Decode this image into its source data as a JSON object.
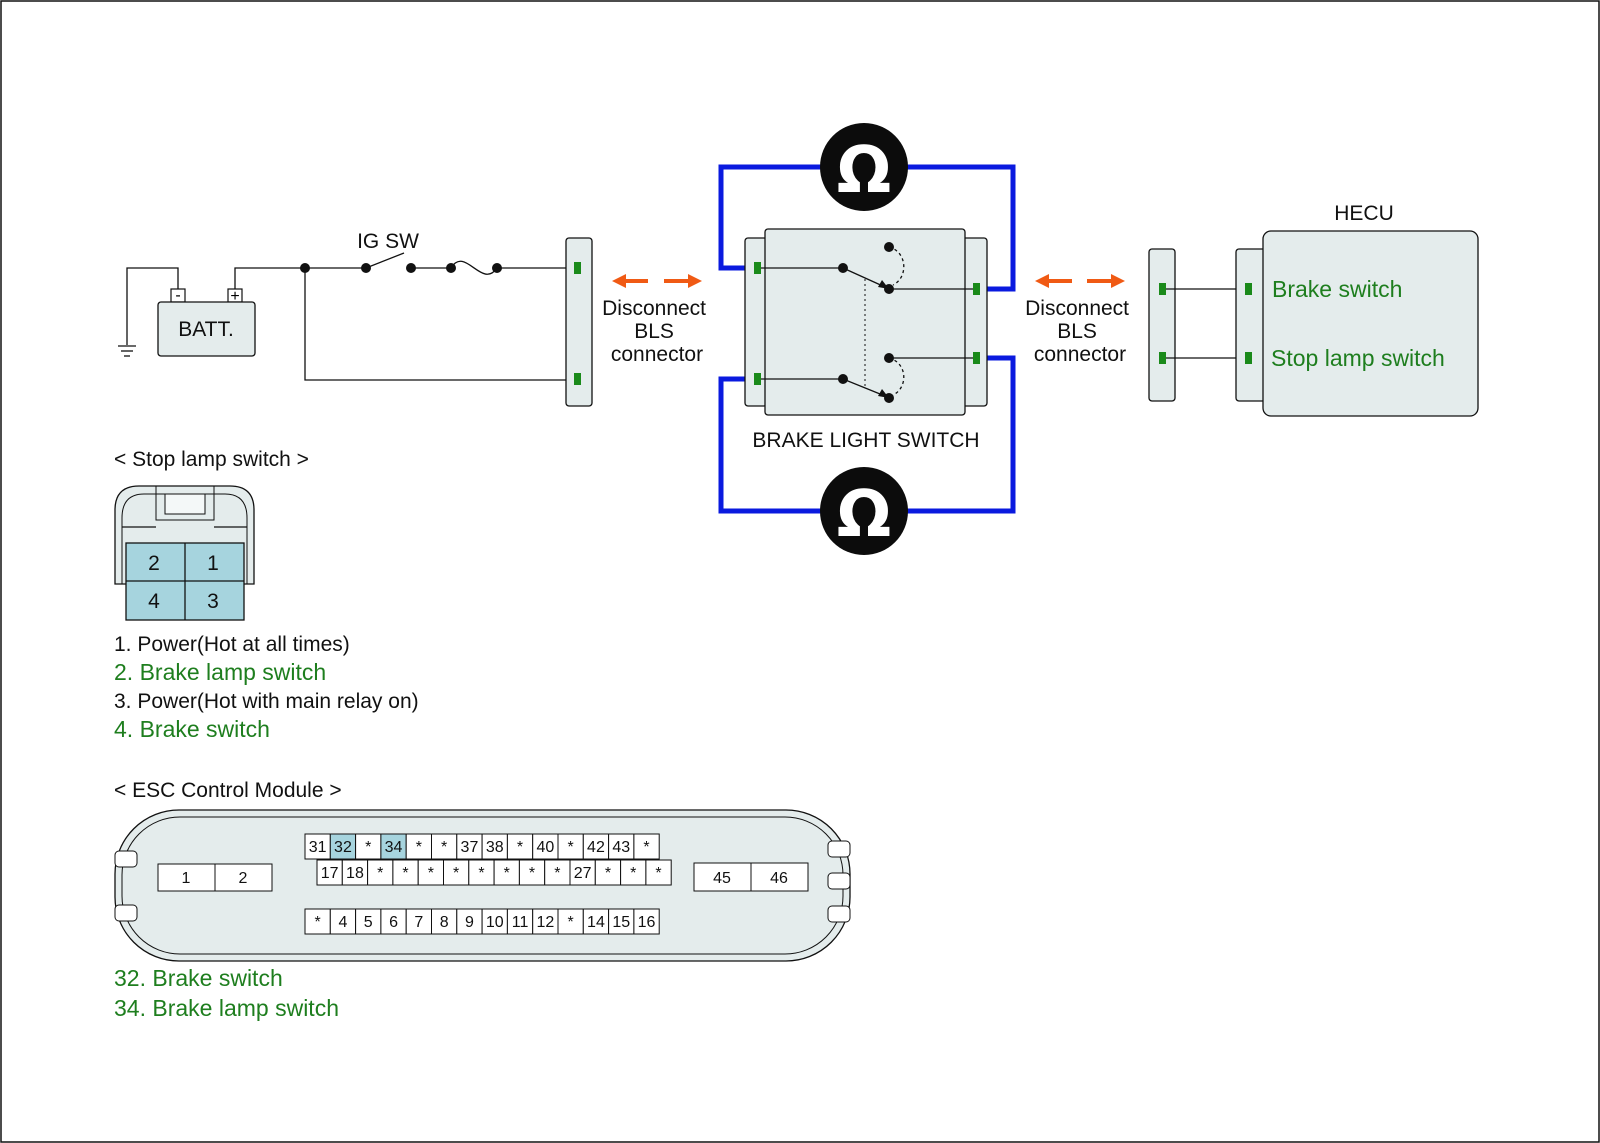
{
  "colors": {
    "measure_wire": "#0a1adf",
    "terminal": "#1a8a1a",
    "disconnect_arrow": "#f05a14",
    "highlight_pin": "#a6d4de",
    "signal_text": "#1e7e1e"
  },
  "icons": {
    "ohmmeter_glyph": "Ω",
    "ground": "ground-symbol",
    "fuse": "fuse-symbol"
  },
  "battery": {
    "label": "BATT.",
    "minus": "-",
    "plus": "+"
  },
  "ig_switch": {
    "label": "IG SW"
  },
  "disconnect_left": {
    "line1": "Disconnect",
    "line2": "BLS",
    "line3": "connector"
  },
  "disconnect_right": {
    "line1": "Disconnect",
    "line2": "BLS",
    "line3": "connector"
  },
  "brake_light_switch": {
    "label": "BRAKE LIGHT SWITCH"
  },
  "hecu": {
    "title": "HECU",
    "pins": [
      "Brake switch",
      "Stop lamp switch"
    ]
  },
  "stop_lamp_connector": {
    "title": "< Stop lamp switch >",
    "pins_top": [
      "2",
      "1"
    ],
    "pins_bottom": [
      "4",
      "3"
    ],
    "legend": [
      "1. Power(Hot at all times)",
      "2. Brake lamp switch",
      "3. Power(Hot with main relay on)",
      "4. Brake switch"
    ]
  },
  "esc_module": {
    "title": "< ESC Control Module >",
    "left_pins": [
      "1",
      "2"
    ],
    "right_pins": [
      "45",
      "46"
    ],
    "row_top": [
      "31",
      "32",
      "*",
      "34",
      "*",
      "*",
      "37",
      "38",
      "*",
      "40",
      "*",
      "42",
      "43",
      "*"
    ],
    "row_mid": [
      "17",
      "18",
      "*",
      "*",
      "*",
      "*",
      "*",
      "*",
      "*",
      "*",
      "27",
      "*",
      "*",
      "*"
    ],
    "row_bottom": [
      "*",
      "4",
      "5",
      "6",
      "7",
      "8",
      "9",
      "10",
      "11",
      "12",
      "*",
      "14",
      "15",
      "16"
    ],
    "highlighted": [
      "32",
      "34"
    ],
    "legend": [
      "32. Brake switch",
      "34. Brake lamp switch"
    ]
  }
}
